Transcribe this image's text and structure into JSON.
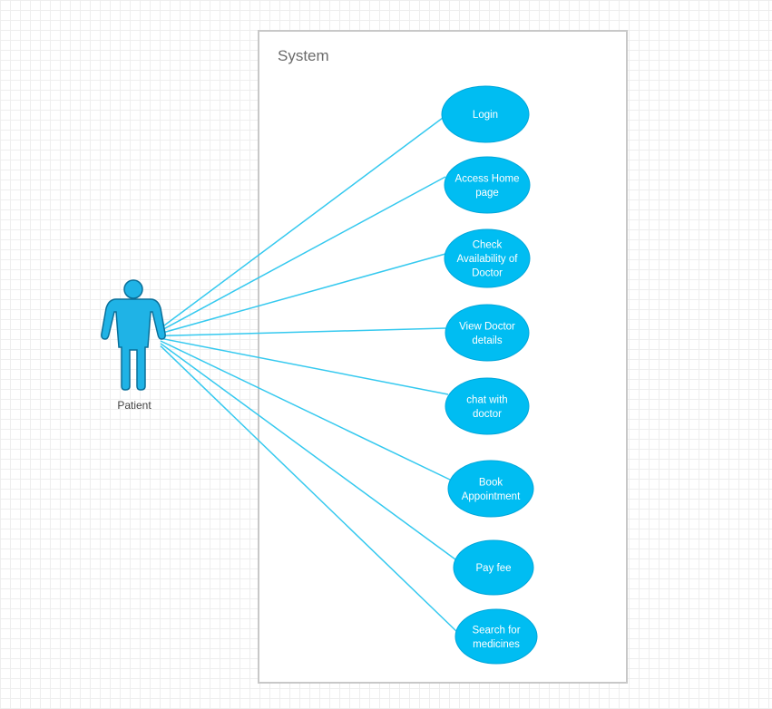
{
  "system": {
    "title": "System"
  },
  "actor": {
    "label": "Patient"
  },
  "colors": {
    "use_case_fill": "#00bdf2",
    "association_line": "#35c9ef",
    "actor_fill": "#1fb3e6",
    "actor_stroke": "#0a6f99"
  },
  "use_cases": [
    {
      "id": "login",
      "lines": [
        "Login"
      ]
    },
    {
      "id": "access-home-page",
      "lines": [
        "Access Home",
        "page"
      ]
    },
    {
      "id": "check-availability-of-doctor",
      "lines": [
        "Check",
        "Availability of",
        "Doctor"
      ]
    },
    {
      "id": "view-doctor-details",
      "lines": [
        "View Doctor",
        "details"
      ]
    },
    {
      "id": "chat-with-doctor",
      "lines": [
        "chat with",
        "doctor"
      ]
    },
    {
      "id": "book-appointment",
      "lines": [
        "Book",
        "Appointment"
      ]
    },
    {
      "id": "pay-fee",
      "lines": [
        "Pay fee"
      ]
    },
    {
      "id": "search-for-medicines",
      "lines": [
        "Search for",
        "medicines"
      ]
    }
  ]
}
